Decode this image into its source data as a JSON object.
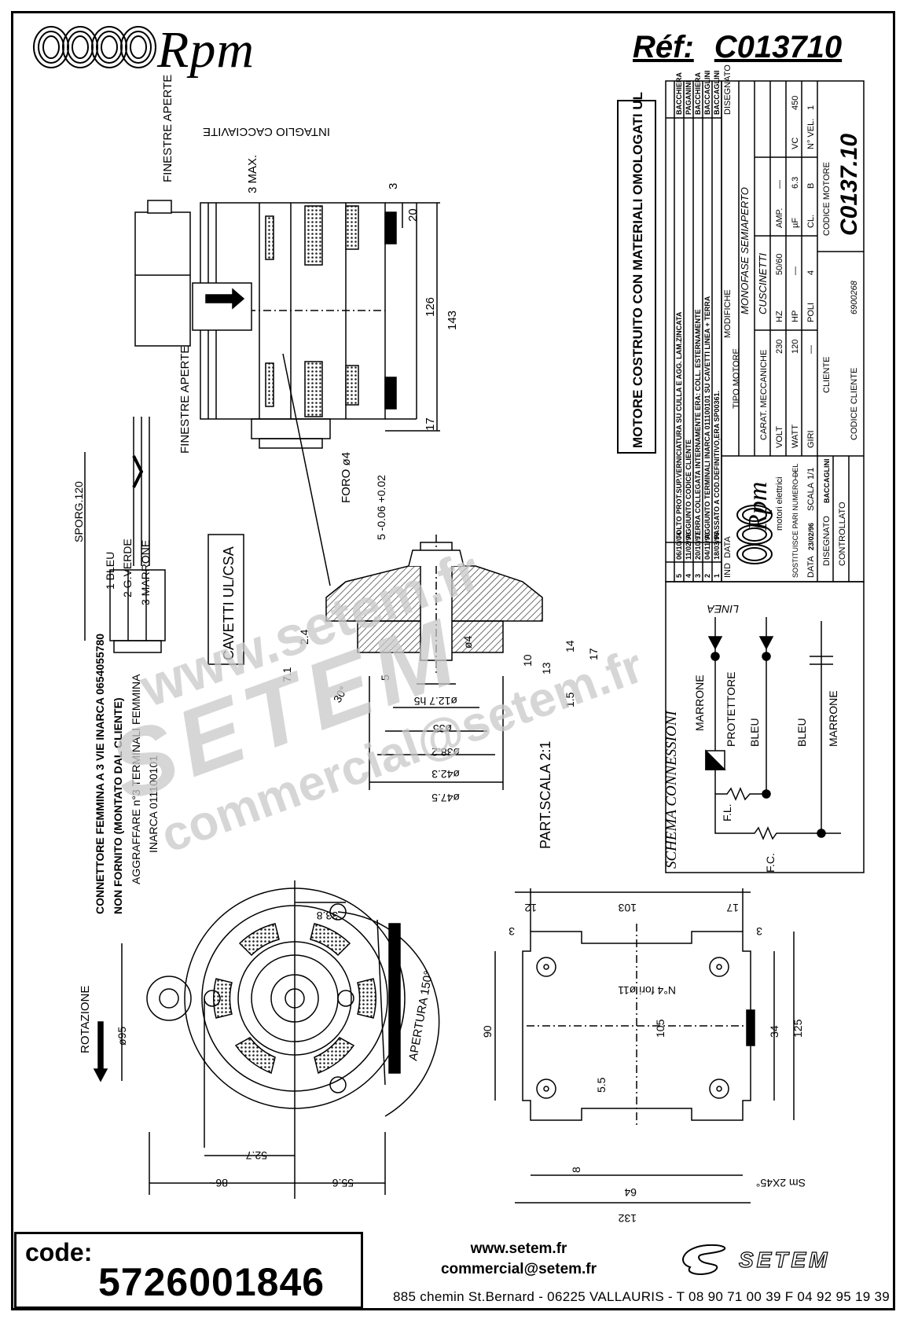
{
  "header": {
    "brand": "Rpm",
    "reference_label": "Réf:",
    "reference_value": "C013710"
  },
  "notes": {
    "ul_note": "MOTORE COSTRUITO CON MATERIALI OMOLOGATI UL",
    "cavetti": "CAVETTI UL/CSA",
    "connector_line1": "CONNETTORE FEMMINA A 3 VIE INARCA 0654055780",
    "connector_line2": "NON FORNITO (MONTATO DAL CLIENTE)",
    "aggraffare": "AGGRAFFARE n°3 TERMINALI FEMMINA",
    "inarca": "INARCA 011100101",
    "scale_note": "PART.SCALA 2:1",
    "rotazione": "ROTAZIONE",
    "apertura": "APERTURA 150°",
    "finestre_top": "FINESTRE APERTE",
    "finestre_bottom": "FINESTRE APERTE",
    "intaglio": "INTAGLIO CACCIAVITE",
    "foro": "FORO ø4",
    "sporg": "SPORG.120",
    "holes": "N°4 fori ø11",
    "chamfer": "Sm 2X45°"
  },
  "wires": [
    "1 BLEU",
    "2 G.VERDE",
    "3 MARRONE"
  ],
  "dimensions": {
    "side": [
      "3 MAX.",
      "3",
      "20",
      "126",
      "143",
      "17"
    ],
    "detail": [
      "5 -0.06 +0.02",
      "2.4",
      "7.1",
      "30°",
      "ø4",
      "14",
      "17",
      "13",
      "10",
      "5",
      "ø12.7 h5",
      "ø35",
      "ø38.2",
      "ø42.3",
      "ø47.5",
      "1.5"
    ],
    "front": [
      "33.8",
      "ø95",
      "52.7",
      "86~",
      "55.6"
    ],
    "plate": [
      "103",
      "12",
      "17",
      "3",
      "3",
      "90",
      "105",
      "125",
      "34",
      "5.5",
      "8",
      "64",
      "132",
      "="
    ]
  },
  "title_block": {
    "revisions": [
      {
        "n": "5",
        "date": "06/10/04",
        "text": "TOLTO PROT.SUP.VERNICIATURA SU CULLA E AGG. LAM.ZINCATA",
        "by": "BACCHIERA"
      },
      {
        "n": "4",
        "date": "11/02/98",
        "text": "AGGIUNTO CODICE CLIENTE",
        "by": "PAGANINI"
      },
      {
        "n": "3",
        "date": "20/10/97",
        "text": "TERRA COLLEGATA INTERNAMENTE ERA: COLL. ESTERNAMENTE",
        "by": "BACCHIERA"
      },
      {
        "n": "2",
        "date": "04/11/96",
        "text": "AGGIUNTO TERMINALI INARCA 011100101 SU CAVETTI LINEA + TERRA",
        "by": "BACCAGLINI"
      },
      {
        "n": "1",
        "date": "18/03/96",
        "text": "PASSATO A COD.DEFINITIVO,ERA SP00361.",
        "by": "BACCAGLINI"
      }
    ],
    "headers": {
      "ind": "IND",
      "data": "DATA",
      "modifiche": "MODIFICHE",
      "disegnato": "DISEGNATO",
      "controllato": "CONTROLLATO"
    },
    "company": "Rpm",
    "company_sub": "motori elettrici",
    "tipo_motore_label": "TIPO MOTORE",
    "tipo_motore": "MONOFASE SEMIAPERTO",
    "carat_label": "CARAT. MECCANICHE",
    "carat": "CUSCINETTI",
    "volt_label": "VOLT",
    "volt": "230",
    "hz_label": "HZ",
    "hz": "50/60",
    "amp_label": "AMP.",
    "amp": "—",
    "watt_label": "WATT",
    "watt": "120",
    "hp_label": "HP",
    "hp": "—",
    "uf_label": "µF",
    "uf": "6.3",
    "vc_label": "VC",
    "vc": "450",
    "giri_label": "GIRI",
    "giri": "—",
    "poli_label": "POLI",
    "poli": "4",
    "cl_label": "CL.",
    "cl": "B",
    "nvel_label": "N° VEL.",
    "nvel": "1",
    "sostituisce_label": "SOSTITUISCE PARI NUMERO DEL",
    "sostituisce": "—",
    "data_label": "DATA",
    "data": "23/02/96",
    "scala_label": "SCALA",
    "scala": "1/1",
    "cliente_label": "CLIENTE",
    "disegnato_label": "DISEGNATO",
    "disegnato": "BACCAGLINI",
    "controllato_label": "CONTROLLATO",
    "codice_cliente_label": "CODICE CLIENTE",
    "codice_cliente": "6900268",
    "codice_motore_label": "CODICE MOTORE",
    "codice_motore": "C0137.10"
  },
  "schema": {
    "title": "SCHEMA CONNESSIONI",
    "linea": "LINEA",
    "labels": [
      "MARRONE",
      "PROTETTORE",
      "BLEU",
      "BLEU",
      "MARRONE",
      "F.L.",
      "F.C."
    ]
  },
  "watermark": {
    "line1": "www.setem.fr",
    "line2": "SETEM",
    "line3": "commercial@setem.fr"
  },
  "footer": {
    "code_label": "code:",
    "code_value": "5726001846",
    "website": "www.setem.fr",
    "email": "commercial@setem.fr",
    "address": "885 chemin St.Bernard  -  06225 VALLAURIS  -  T 08 90 71 00 39   F 04 92 95 19 39",
    "logo_text": "SETEM"
  },
  "colors": {
    "ink": "#000000",
    "watermark": "#c8c8c8",
    "hatch": "#444444"
  }
}
